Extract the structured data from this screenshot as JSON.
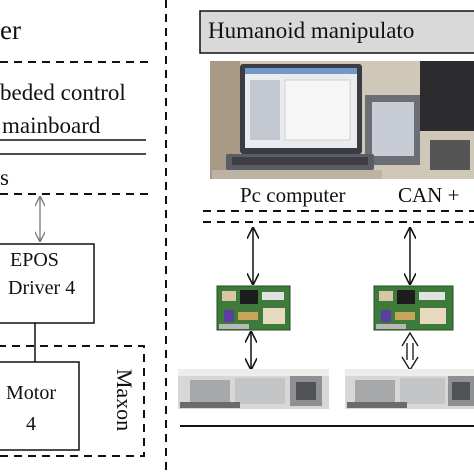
{
  "left_panel": {
    "title_fragment": "er",
    "embedded_line1": "beded control",
    "embedded_line2": "mainboard",
    "bus_label": "s",
    "driver_line1": "EPOS",
    "driver_line2": "Driver 4",
    "motor_line1": "Motor",
    "motor_line2": "4",
    "maxon_label": "Maxon"
  },
  "right_panel": {
    "title": "Humanoid manipulato",
    "pc_label": "Pc computer",
    "can_label": "CAN +"
  },
  "colors": {
    "title_box_fill": "#d9d9d9",
    "line": "#111111",
    "pcb_green": "#3e7a3a",
    "laptop_body": "#3a3c42"
  }
}
